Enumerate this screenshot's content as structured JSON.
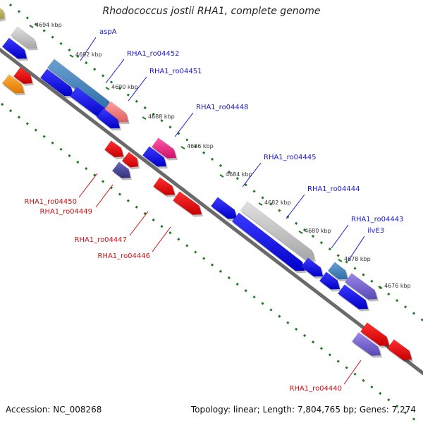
{
  "header": {
    "title": "Rhodococcus jostii RHA1, complete genome"
  },
  "footer": {
    "accession": "Accession: NC_008268",
    "summary": "Topology: linear; Length: 7,804,765 bp; Genes: 7,274"
  },
  "ruler": {
    "ticks": [
      "4694 kbp",
      "4692 kbp",
      "4690 kbp",
      "4688 kbp",
      "4686 kbp",
      "4684 kbp",
      "4682 kbp",
      "4680 kbp",
      "4678 kbp",
      "4676 kbp"
    ]
  },
  "genes_forward": [
    "aspA",
    "RHA1_ro04452",
    "RHA1_ro04451",
    "RHA1_ro04448",
    "RHA1_ro04445",
    "RHA1_ro04444",
    "RHA1_ro04443",
    "ilvE3"
  ],
  "genes_reverse": [
    "RHA1_ro04450",
    "RHA1_ro04449",
    "RHA1_ro04447",
    "RHA1_ro04446",
    "RHA1_ro04440"
  ],
  "colors": {
    "forward_label": "#1a1acc",
    "reverse_label": "#cc1111",
    "backbone": "#777777",
    "track_dots": "#1f7a1f"
  }
}
